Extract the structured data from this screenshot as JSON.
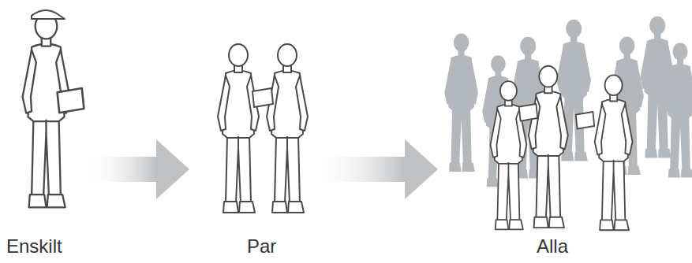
{
  "diagram": {
    "nodes": [
      {
        "text": [
          "Enskilt"
        ]
      },
      {
        "text": [
          "Par"
        ]
      },
      {
        "text": [
          "Alla"
        ]
      }
    ],
    "edges": [
      {
        "from": 0,
        "to": 1,
        "arrow": "to"
      },
      {
        "from": 1,
        "to": 2,
        "arrow": "to"
      }
    ]
  }
}
